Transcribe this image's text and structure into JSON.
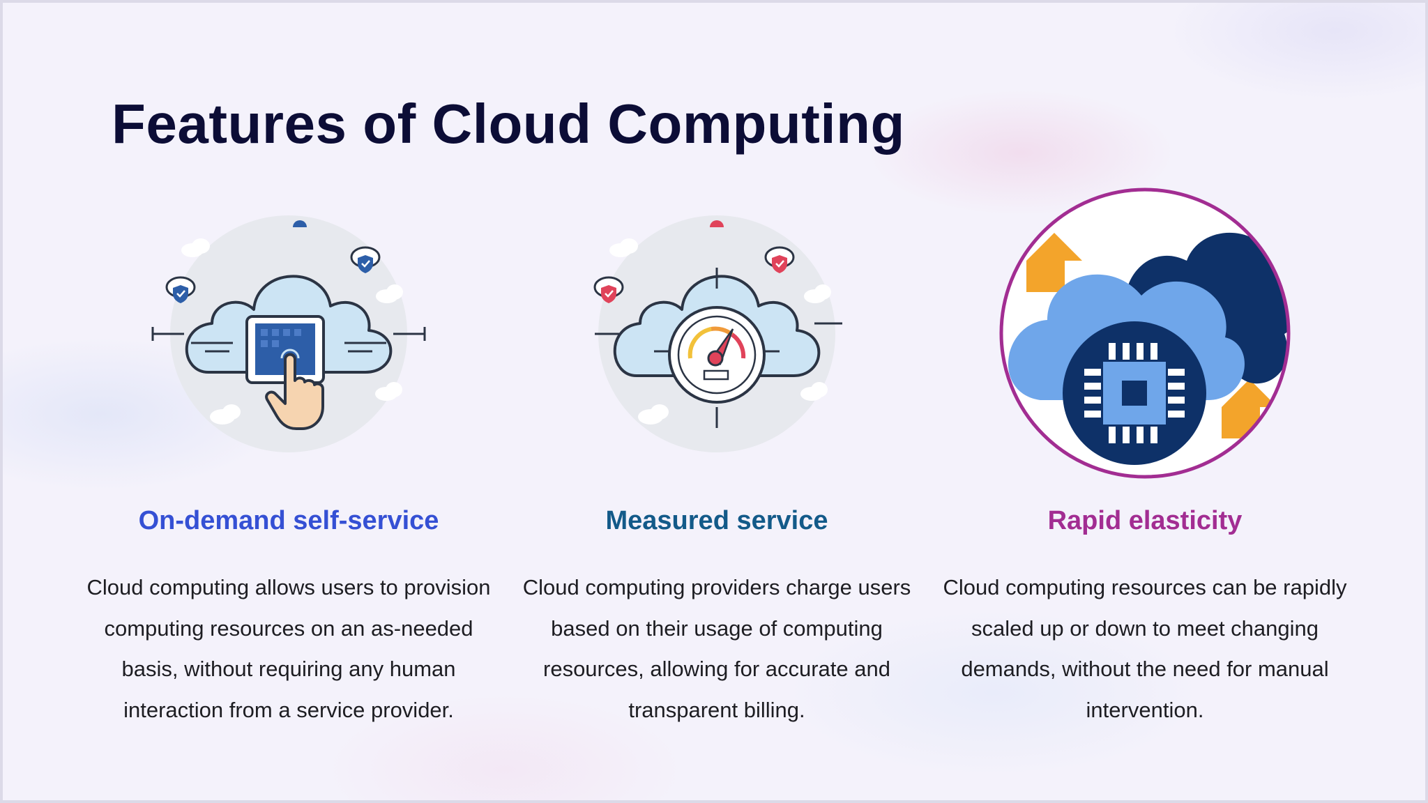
{
  "slide": {
    "title": "Features of Cloud Computing"
  },
  "features": [
    {
      "title": "On-demand self-service",
      "description": "Cloud computing allows users to provision computing resources on an as-needed basis, without requiring any human interaction from a service provider.",
      "icon": "cloud-touch-icon",
      "accent": "#3550d4"
    },
    {
      "title": "Measured service",
      "description": "Cloud computing providers charge users based on their usage of computing resources, allowing for accurate and transparent billing.",
      "icon": "cloud-gauge-icon",
      "accent": "#135a89"
    },
    {
      "title": "Rapid elasticity",
      "description": "Cloud computing resources can be rapidly scaled up or down to meet changing demands, without the need for manual intervention.",
      "icon": "cloud-chip-icon",
      "accent": "#a22d92"
    }
  ],
  "colors": {
    "background": "#f4f2fb",
    "title": "#0c0d36",
    "body_text": "#1d1d22"
  }
}
